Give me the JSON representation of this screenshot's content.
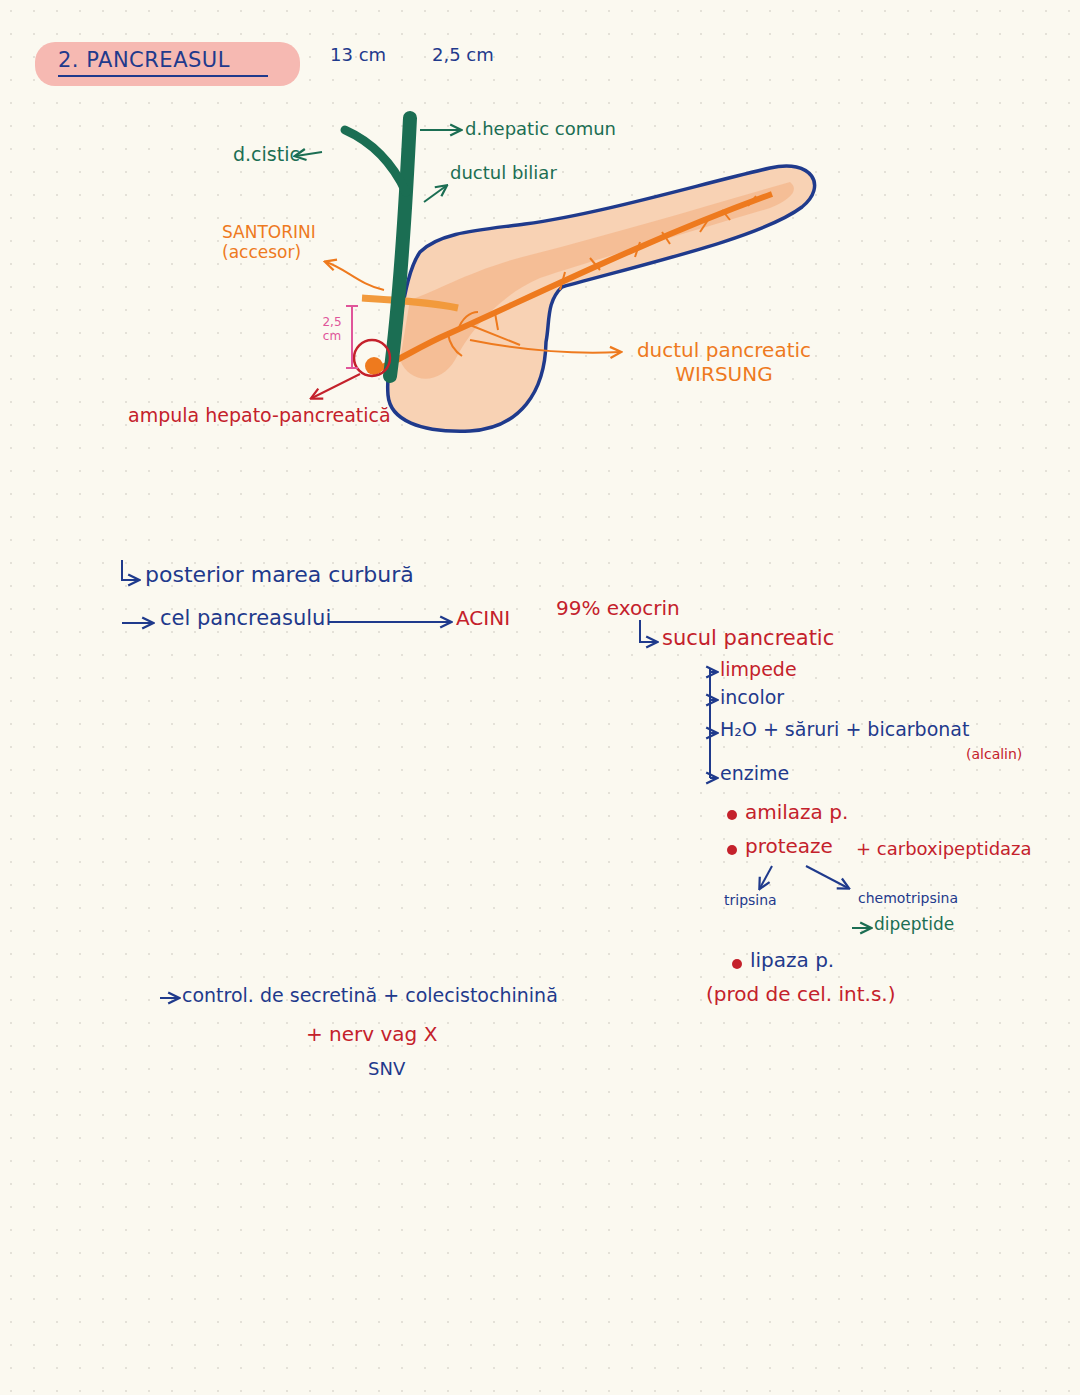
{
  "diagram": {
    "title": "2. PANCREASUL",
    "labels": [
      "13 cm",
      "2,5 cm",
      "d.cistic",
      "d.hepatic comun",
      "ductul biliar",
      "SANTORINI (accesor)",
      "2,5 cm",
      "ampula hepato-pancreatică",
      "ductul pancreatic WIRSUNG",
      "posterior marea curbură",
      "cel pancreasului",
      "ACINI",
      "99% exocrin",
      "sucul pancreatic",
      "limpede",
      "incolor",
      "H₂O + săruri + bicarbonat",
      "(alcalin)",
      "enzime",
      "amilaza p.",
      "proteaze",
      "+ carboxipeptidaza",
      "tripsina",
      "chemotripsina",
      "dipeptide",
      "lipaza p.",
      "control. de secretină + colecistochinină",
      "(prod de cel. int.s.)",
      "+ nerv vag X",
      "SNV"
    ]
  }
}
